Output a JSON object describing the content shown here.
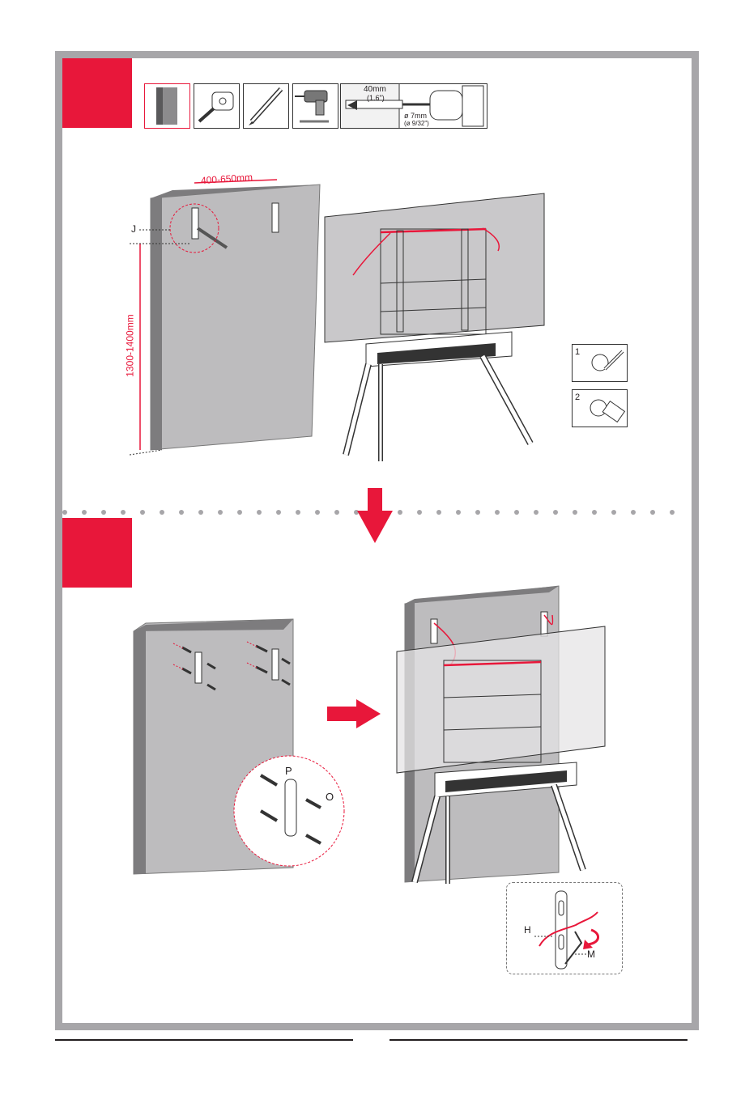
{
  "steps": {
    "first": {
      "tools": [
        "wall-icon",
        "tape-measure-icon",
        "pencil-icon",
        "drill-icon"
      ],
      "drill_spec": {
        "depth_mm": "40mm",
        "depth_in": "(1.6\")",
        "diameter_mm": "ø 7mm",
        "diameter_in": "(ø 9/32\")"
      },
      "width_range": "400-650mm",
      "height_range": "1300-1400mm",
      "part_j": "J",
      "sub_step_1": "1",
      "sub_step_2": "2"
    },
    "second": {
      "part_p": "P",
      "part_o": "O",
      "part_h": "H",
      "part_m": "M"
    }
  },
  "colors": {
    "accent": "#e8173a",
    "frame": "#a7a6a9",
    "wall": "#bdbcbe",
    "wall_side": "#7d7c7e",
    "line": "#231f20"
  }
}
